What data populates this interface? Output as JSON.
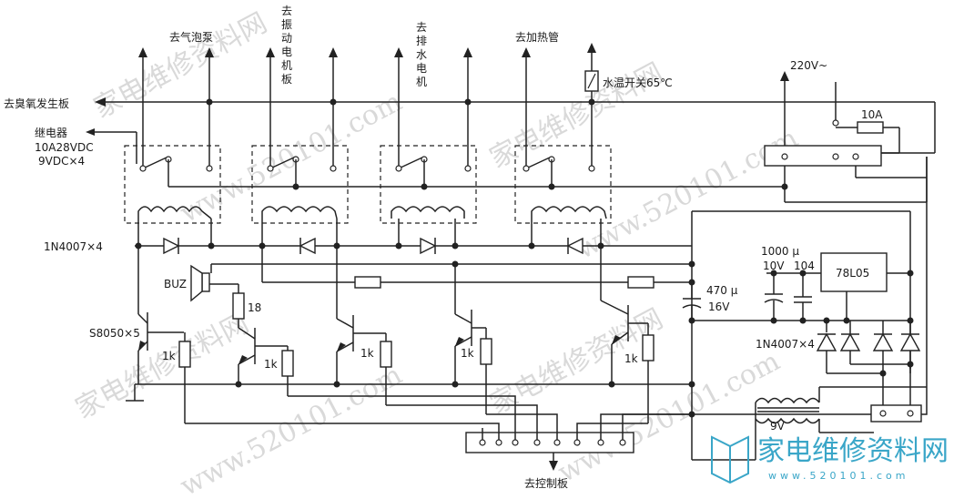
{
  "labels": {
    "ozone": "去臭氧发生板",
    "relay_l1": "继电器",
    "relay_l2": "10A28VDC",
    "relay_l3": "9VDC×4",
    "bubble_pump": "去气泡泵",
    "vibration_motor": [
      "去",
      "振",
      "动",
      "电",
      "机",
      "板"
    ],
    "drain_motor": [
      "去",
      "排",
      "水",
      "电",
      "机"
    ],
    "heater": "去加热管",
    "thermo_switch": "水温开关65℃",
    "mains": "220V~",
    "fuse": "10A",
    "diode_array": "1N4007×4",
    "buzzer": "BUZ",
    "r18": "18",
    "transistors": "S8050×5",
    "r1k": "1k",
    "cap1_l1": "1000 μ",
    "cap1_l2": "10V",
    "cap2": "104",
    "regulator": "78L05",
    "cap3_l1": "470 μ",
    "cap3_l2": "16V",
    "bridge": "1N4007×4",
    "transformer": "9V",
    "control_board": "去控制板"
  },
  "watermark": {
    "repeat_text": "家电维修资料网",
    "repeat_url": "www.520101.com",
    "logo_text": "家电维修资料网",
    "logo_url": "www.520101.com"
  },
  "colors": {
    "ink": "#222222",
    "watermark": "#d9d9d9",
    "logo_blue": "#3aa6c8",
    "logo_red": "#d83a2e"
  }
}
